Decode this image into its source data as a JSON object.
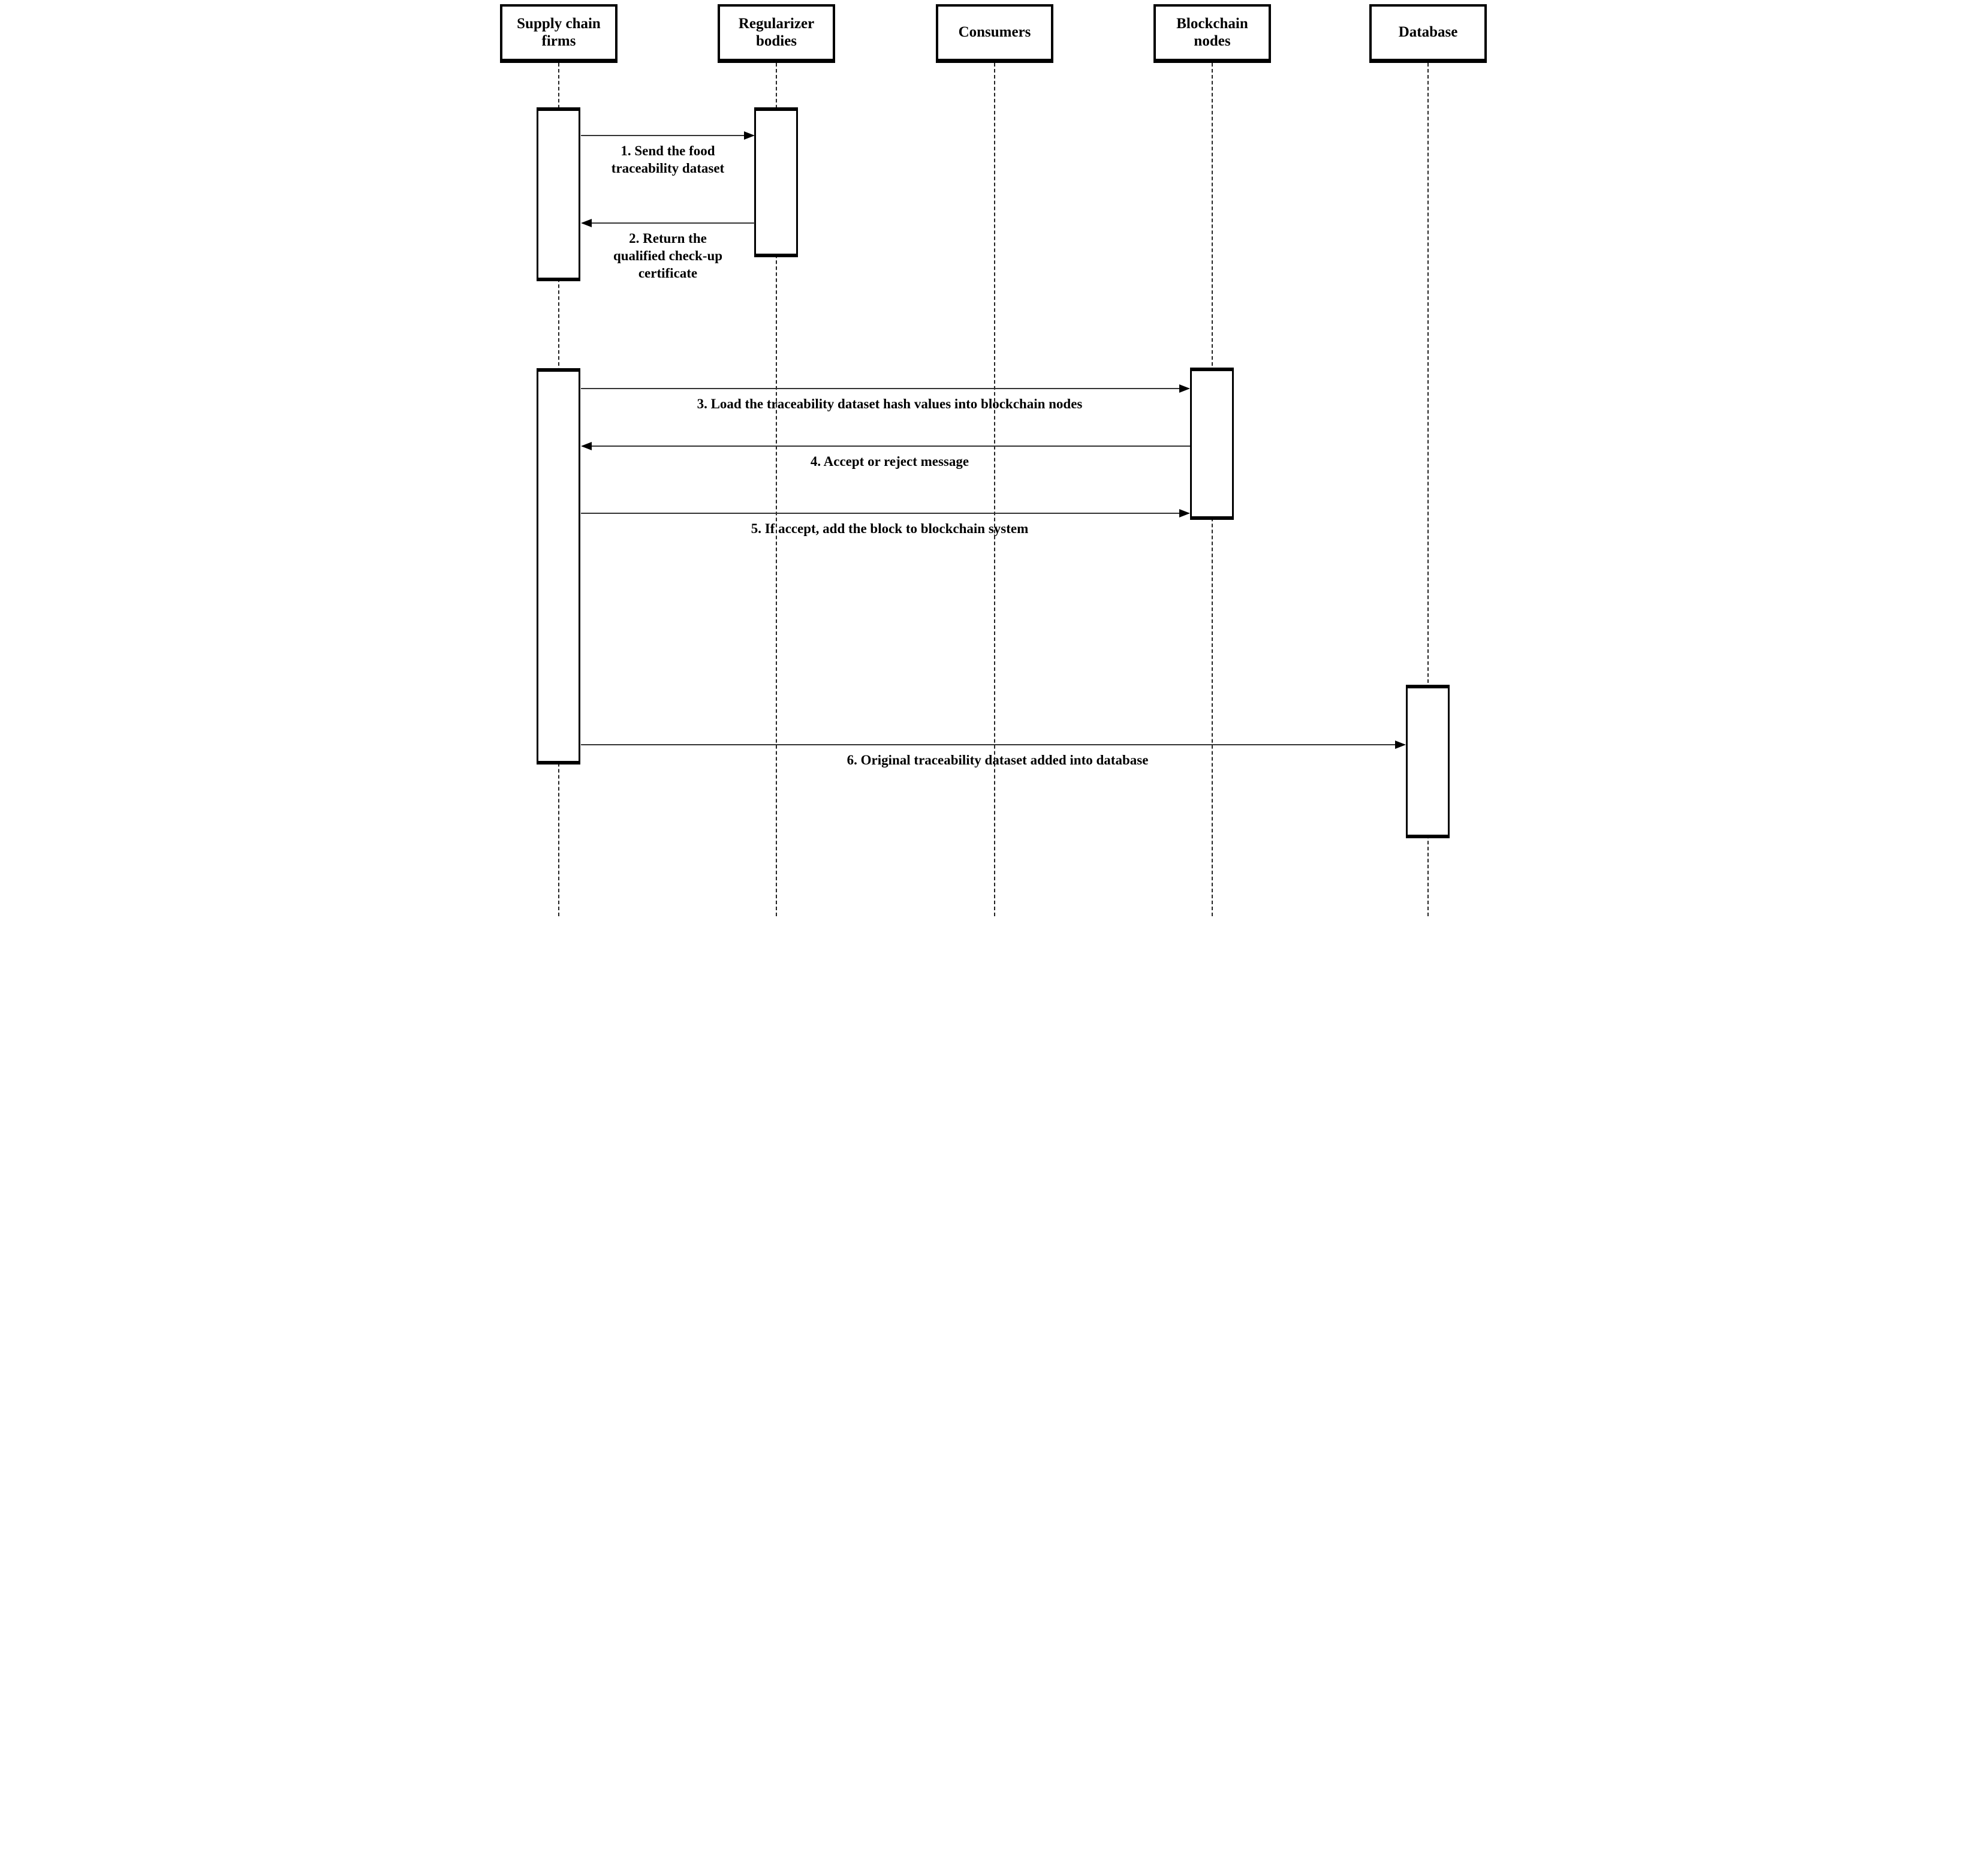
{
  "diagram": {
    "type": "uml-sequence-diagram",
    "colors": {
      "background": "#ffffff",
      "line": "#000000",
      "text": "#000000"
    },
    "actors": [
      {
        "id": "supply-chain-firms",
        "label": "Supply chain firms"
      },
      {
        "id": "regularizer-bodies",
        "label": "Regularizer bodies"
      },
      {
        "id": "consumers",
        "label": "Consumers"
      },
      {
        "id": "blockchain-nodes",
        "label": "Blockchain nodes"
      },
      {
        "id": "database",
        "label": "Database"
      }
    ],
    "messages": [
      {
        "number": "1",
        "from": "Supply chain firms",
        "to": "Regularizer bodies",
        "direction": "right",
        "label": "1. Send the food\ntraceability dataset"
      },
      {
        "number": "2",
        "from": "Regularizer bodies",
        "to": "Supply chain firms",
        "direction": "left",
        "label": "2. Return the\nqualified check-up\ncertificate"
      },
      {
        "number": "3",
        "from": "Supply chain firms",
        "to": "Blockchain nodes",
        "direction": "right",
        "label": "3. Load the traceability dataset hash values into blockchain nodes"
      },
      {
        "number": "4",
        "from": "Blockchain nodes",
        "to": "Supply chain firms",
        "direction": "left",
        "label": "4. Accept or reject message"
      },
      {
        "number": "5",
        "from": "Supply chain firms",
        "to": "Blockchain nodes",
        "direction": "right",
        "label": "5. If accept, add the block to blockchain system"
      },
      {
        "number": "6",
        "from": "Supply chain firms",
        "to": "Database",
        "direction": "right",
        "label": "6. Original traceability dataset added into database"
      }
    ],
    "activations": [
      {
        "actor": "Supply chain firms",
        "sequence": "first"
      },
      {
        "actor": "Regularizer bodies",
        "sequence": "first"
      },
      {
        "actor": "Supply chain firms",
        "sequence": "second"
      },
      {
        "actor": "Blockchain nodes",
        "sequence": "first"
      },
      {
        "actor": "Database",
        "sequence": "first"
      }
    ]
  }
}
